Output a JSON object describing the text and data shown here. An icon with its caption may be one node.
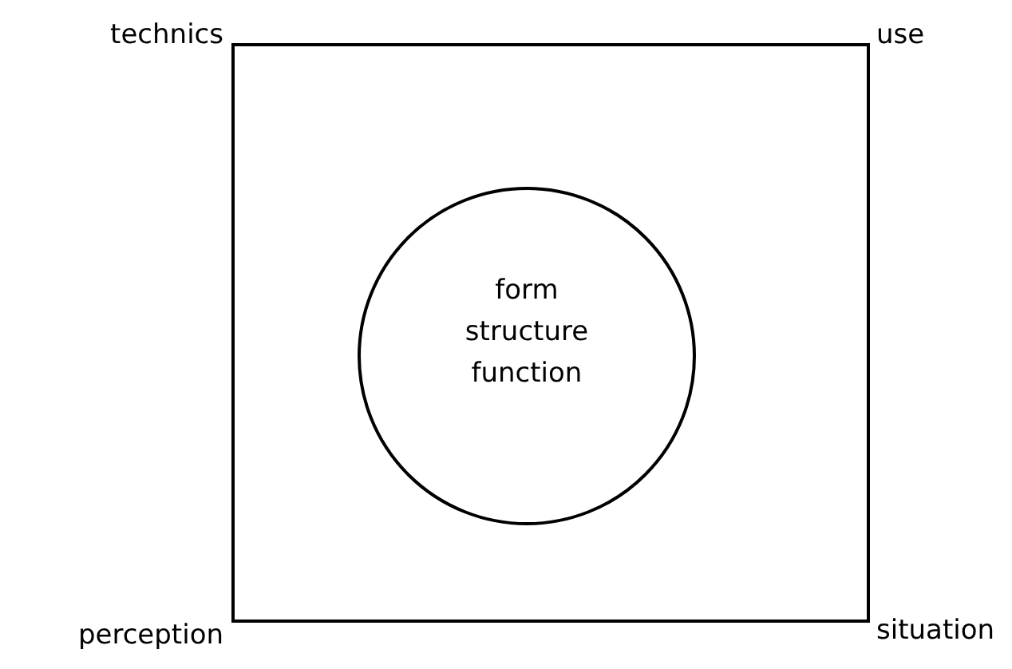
{
  "diagram": {
    "nodes": [
      {
        "text": [],
        "shape": "box"
      },
      {
        "text": [
          "form structure function"
        ],
        "in": 0
      }
    ],
    "labels": [
      "technics",
      "use",
      "perception",
      "situation"
    ]
  }
}
